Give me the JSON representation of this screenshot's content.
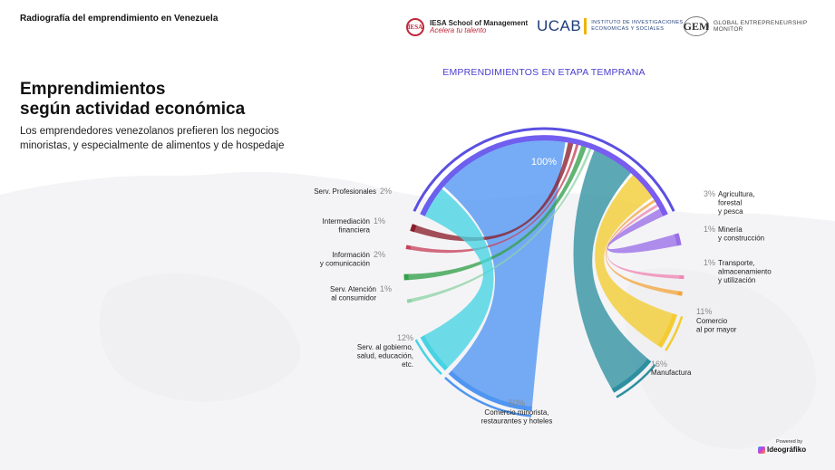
{
  "header": {
    "title": "Radiografía del emprendimiento en Venezuela",
    "logos": {
      "iesa": {
        "seal": "IESA",
        "name": "IESA School of Management",
        "tagline": "Acelera tu talento"
      },
      "ucab": {
        "word": "UCAB",
        "sub_line1": "INSTITUTO DE INVESTIGACIONES",
        "sub_line2": "ECONOMICAS Y SOCIALES"
      },
      "gem": {
        "mark": "GEM",
        "name": "GLOBAL ENTREPRENEURSHIP MONITOR"
      }
    }
  },
  "headline": {
    "line1": "Emprendimientos",
    "line2": "según actividad económica"
  },
  "description": "Los emprendedores venezolanos prefieren los negocios minoristas, y especialmente de alimentos y de hospedaje",
  "footer": {
    "powered": "Powered by",
    "brand": "Ideográfiko"
  },
  "chart_data": {
    "type": "chord",
    "title": "EMPRENDIMIENTOS EN ETAPA TEMPRANA",
    "source": {
      "label": "100%",
      "value": 100
    },
    "unit": "%",
    "series": [
      {
        "name": "Comercio minorista, restaurantes y hoteles",
        "value": 50,
        "label": "50%",
        "lines": [
          "Comercio minorista,",
          "restaurantes y hoteles"
        ],
        "color": "#4f95f2"
      },
      {
        "name": "Manufactura",
        "value": 16,
        "label": "16%",
        "lines": [
          "Manufactura"
        ],
        "color": "#2f8fa0"
      },
      {
        "name": "Comercio al por mayor",
        "value": 11,
        "label": "11%",
        "lines": [
          "Comercio",
          "al por mayor"
        ],
        "color": "#f4cc30"
      },
      {
        "name": "Transporte, almacenamiento y utilización",
        "value": 1,
        "label": "1%",
        "lines": [
          "Transporte,",
          "almacenamiento",
          "y utilización"
        ],
        "color": "#f2a640"
      },
      {
        "name": "Minería y construcción",
        "value": 1,
        "label": "1%",
        "lines": [
          "Minería",
          "y construcción"
        ],
        "color": "#ef86b4"
      },
      {
        "name": "Agricultura, forestal y pesca",
        "value": 3,
        "label": "3%",
        "lines": [
          "Agricultura,",
          "forestal",
          "y pesca"
        ],
        "color": "#9a6ee8"
      },
      {
        "name": "Serv. Profesionales",
        "value": 2,
        "label": "2%",
        "lines": [
          "Serv. Profesionales"
        ],
        "color": "#8a1f2c"
      },
      {
        "name": "Intermediación financiera",
        "value": 1,
        "label": "1%",
        "lines": [
          "Intermediación",
          "financiera"
        ],
        "color": "#c8425c"
      },
      {
        "name": "Información y comunicación",
        "value": 2,
        "label": "2%",
        "lines": [
          "Información",
          "y comunicación"
        ],
        "color": "#33a04a"
      },
      {
        "name": "Serv. Atención al consumidor",
        "value": 1,
        "label": "1%",
        "lines": [
          "Serv. Atención",
          "al consumidor"
        ],
        "color": "#8fd4a8"
      },
      {
        "name": "Serv. al gobierno, salud, educación, etc.",
        "value": 12,
        "label": "12%",
        "lines": [
          "Serv. al gobierno,",
          "salud, educación,",
          "etc."
        ],
        "color": "#46d3e3"
      }
    ]
  }
}
